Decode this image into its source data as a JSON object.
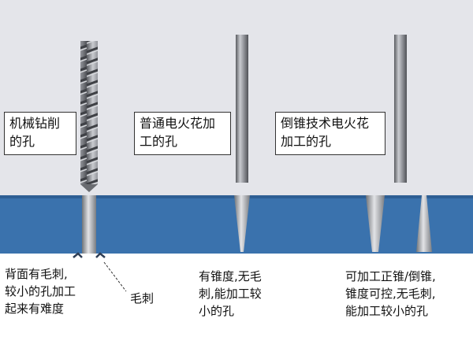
{
  "labels": {
    "mechanical_drill": [
      "机械钻削",
      "的孔"
    ],
    "ordinary_edm": [
      "普通电火花加",
      "工的孔"
    ],
    "taper_edm": [
      "倒锥技术电火花",
      "加工的孔"
    ]
  },
  "captions": {
    "mechanical_drill": [
      "背面有毛刺,",
      "较小的孔加工",
      "起来有难度"
    ],
    "burr_callout": "毛刺",
    "ordinary_edm": [
      "有锥度,无毛",
      "刺,能加工较",
      "小的孔"
    ],
    "taper_edm": [
      "可加工正锥/倒锥,",
      "锥度可控,无毛刺,",
      "能加工较小的孔"
    ]
  },
  "colors": {
    "background_top": "#e4e5ea",
    "workpiece": "#3a72ad",
    "rod_metal": "#8a8c92"
  }
}
